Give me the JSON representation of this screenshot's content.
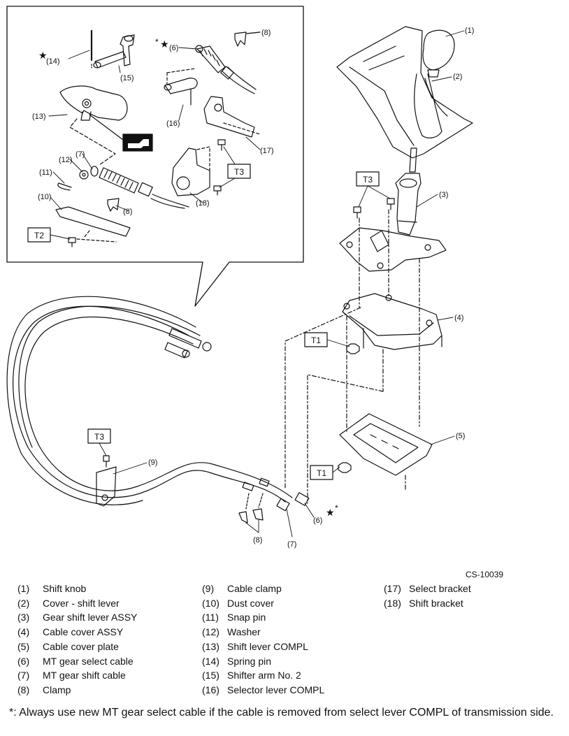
{
  "figure_id": "CS-10039",
  "torque_tags": [
    "T1",
    "T2",
    "T3"
  ],
  "diagram_labels": {
    "l1": "(1)",
    "l2": "(2)",
    "l3": "(3)",
    "l4": "(4)",
    "l5": "(5)",
    "l6": "(6)",
    "l6s": "(6)",
    "l7": "(7)",
    "l7s": "(7)",
    "l8": "(8)",
    "l8b": "(8)",
    "l8s": "(8)",
    "l9": "(9)",
    "l10": "(10)",
    "l11": "(11)",
    "l12": "(12)",
    "l13": "(13)",
    "l14": "(14)",
    "l15": "(15)",
    "l16": "(16)",
    "l17": "(17)",
    "l18": "(18)",
    "star": "★",
    "asterisk": "*"
  },
  "legend": {
    "col1": [
      {
        "num": "(1)",
        "name": "Shift knob"
      },
      {
        "num": "(2)",
        "name": "Cover - shift lever"
      },
      {
        "num": "(3)",
        "name": "Gear shift lever ASSY"
      },
      {
        "num": "(4)",
        "name": "Cable cover ASSY"
      },
      {
        "num": "(5)",
        "name": "Cable cover plate"
      },
      {
        "num": "(6)",
        "name": "MT gear select cable"
      },
      {
        "num": "(7)",
        "name": "MT gear shift cable"
      },
      {
        "num": "(8)",
        "name": "Clamp"
      }
    ],
    "col2": [
      {
        "num": "(9)",
        "name": "Cable clamp"
      },
      {
        "num": "(10)",
        "name": "Dust cover"
      },
      {
        "num": "(11)",
        "name": "Snap pin"
      },
      {
        "num": "(12)",
        "name": "Washer"
      },
      {
        "num": "(13)",
        "name": "Shift lever COMPL"
      },
      {
        "num": "(14)",
        "name": "Spring pin"
      },
      {
        "num": "(15)",
        "name": "Shifter arm No. 2"
      },
      {
        "num": "(16)",
        "name": "Selector lever COMPL"
      }
    ],
    "col3": [
      {
        "num": "(17)",
        "name": "Select bracket"
      },
      {
        "num": "(18)",
        "name": "Shift bracket"
      }
    ]
  },
  "note": "*: Always use new MT gear select cable if the cable is removed from select lever COMPL of transmission side."
}
